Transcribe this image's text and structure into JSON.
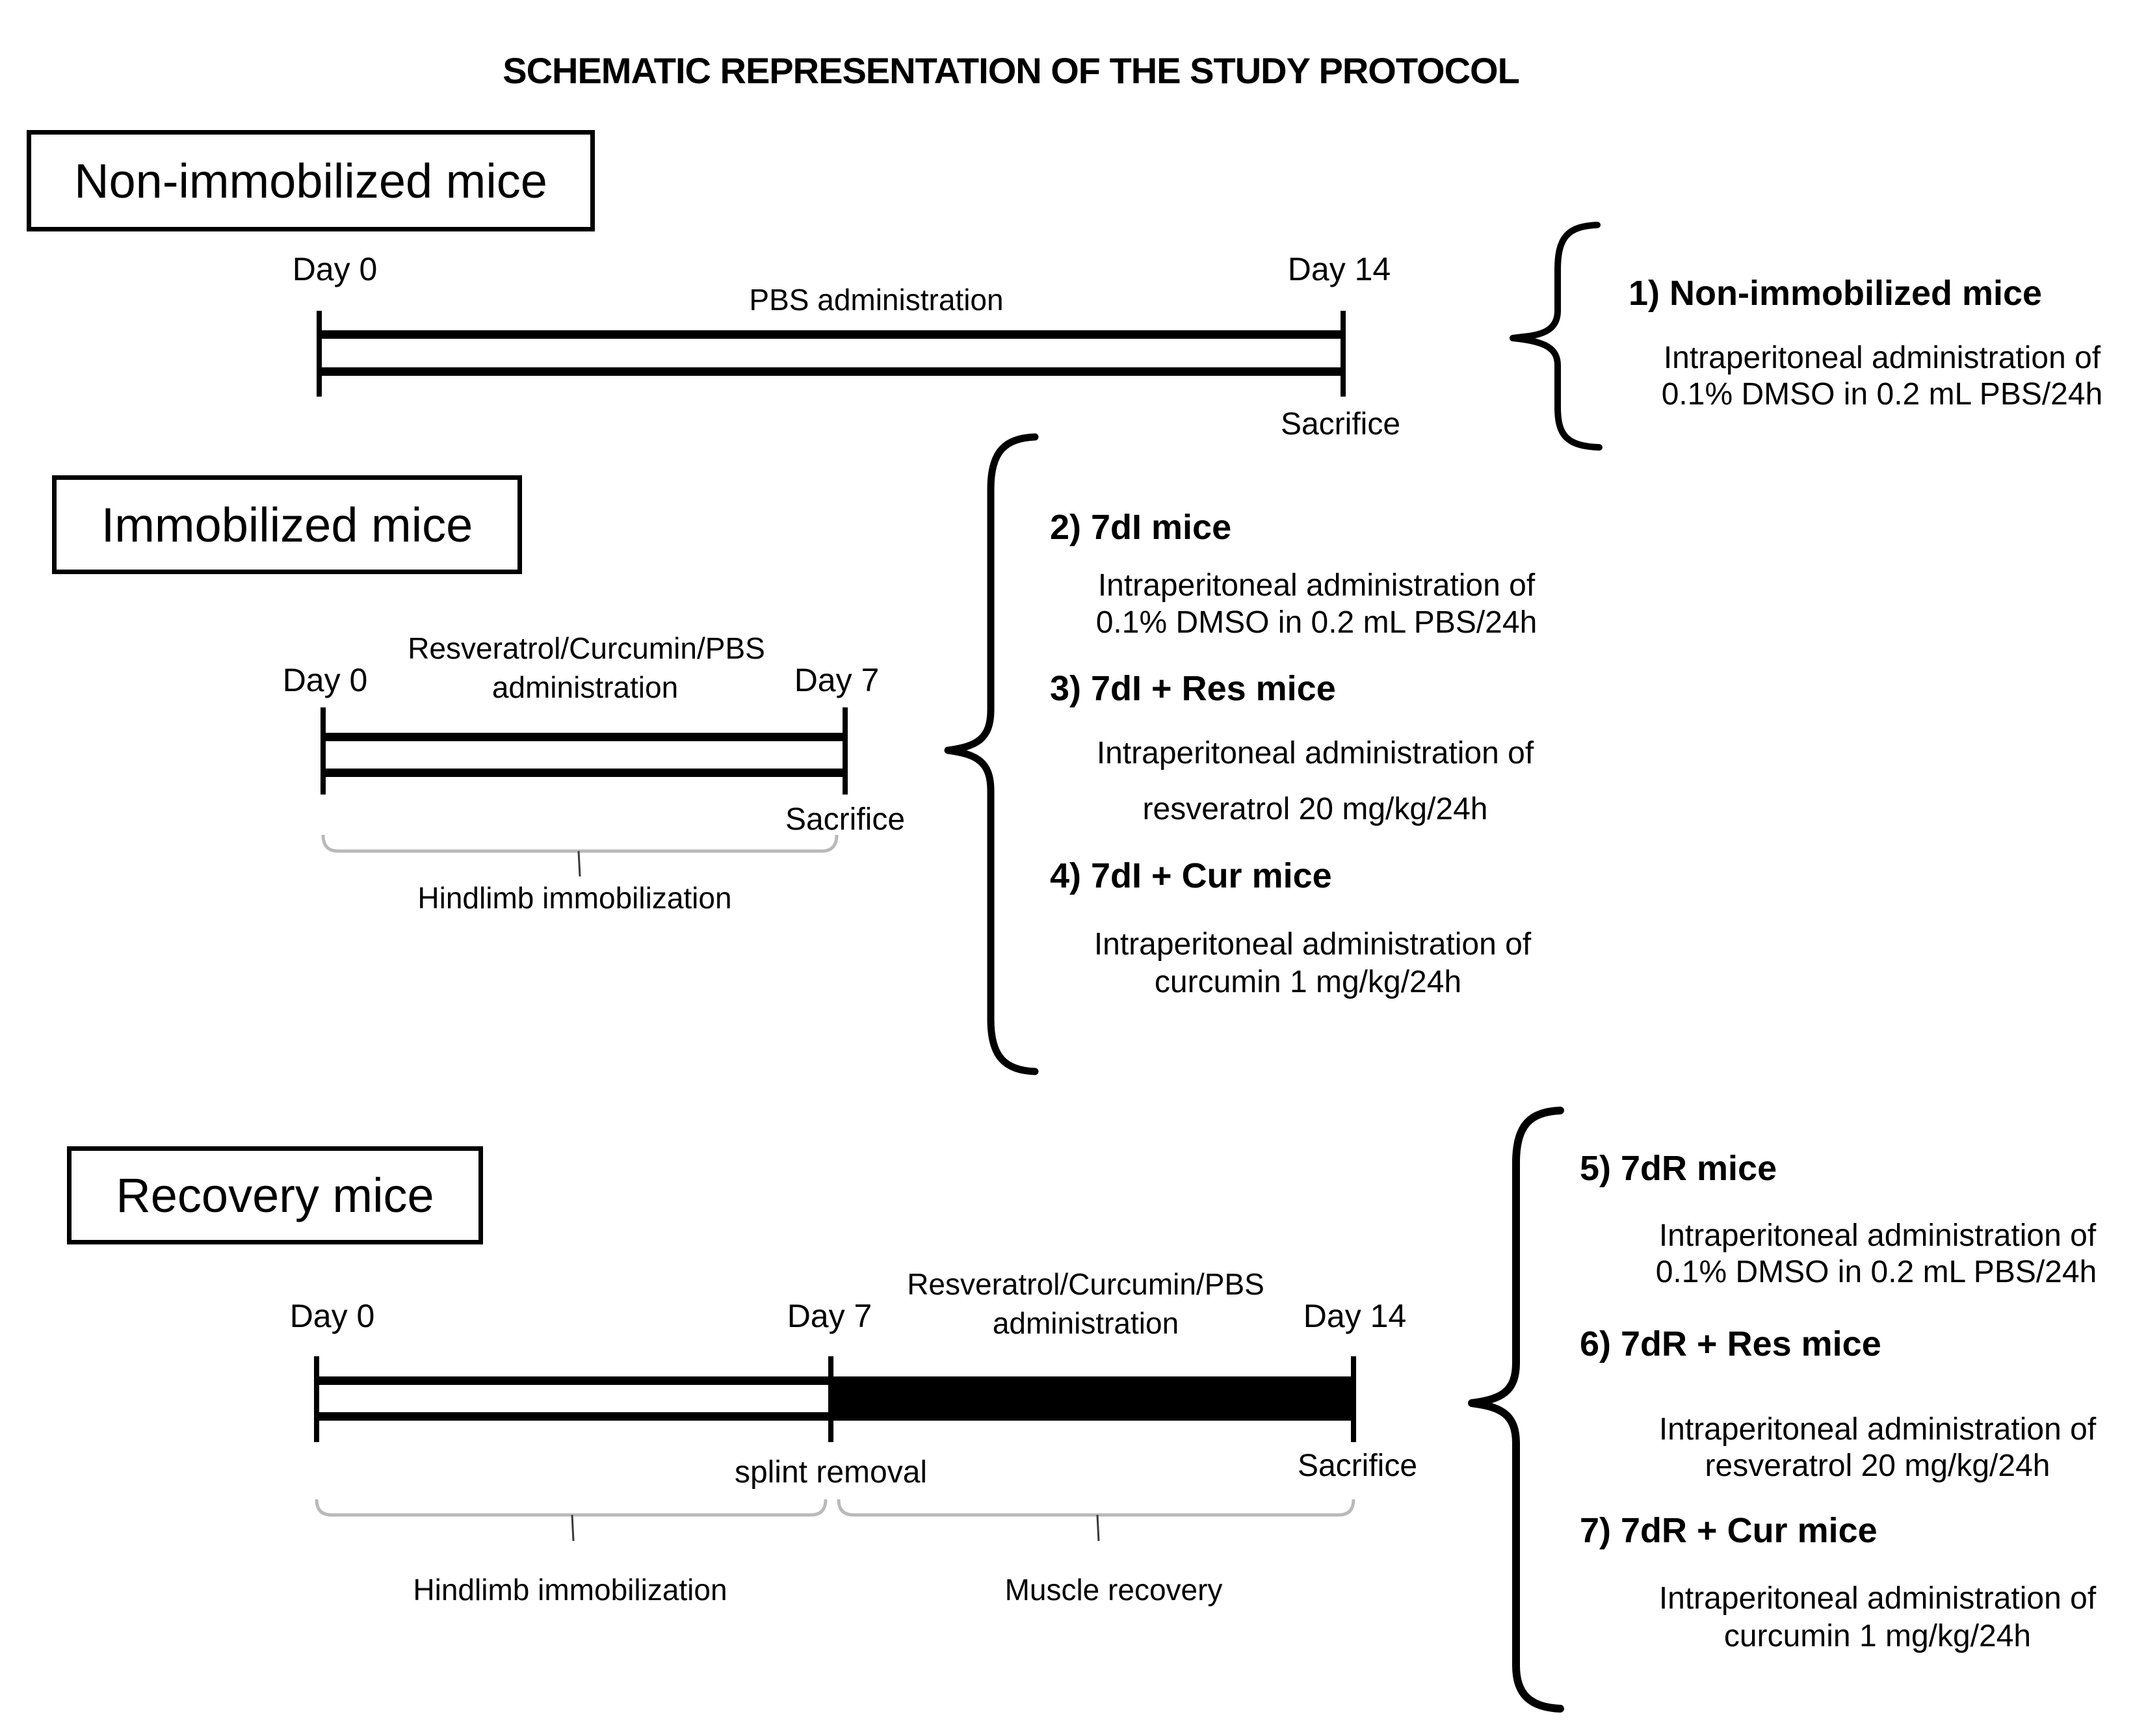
{
  "title": "SCHEMATIC REPRESENTATION OF THE STUDY PROTOCOL",
  "sections": {
    "non_immobilized": {
      "label": "Non-immobilized mice",
      "timeline": {
        "day_start": "Day 0",
        "day_end": "Day 14",
        "admin_label": "PBS administration",
        "sacrifice_label": "Sacrifice"
      }
    },
    "immobilized": {
      "label": "Immobilized mice",
      "timeline": {
        "day_start": "Day 0",
        "day_end": "Day 7",
        "admin_label_line1": "Resveratrol/Curcumin/PBS",
        "admin_label_line2": "administration",
        "sacrifice_label": "Sacrifice",
        "bracket_label": "Hindlimb immobilization"
      }
    },
    "recovery": {
      "label": "Recovery mice",
      "timeline": {
        "day_start": "Day 0",
        "day_mid": "Day 7",
        "day_end": "Day 14",
        "admin_label_line1": "Resveratrol/Curcumin/PBS",
        "admin_label_line2": "administration",
        "splint_label": "splint removal",
        "sacrifice_label": "Sacrifice",
        "bracket_label_left": "Hindlimb immobilization",
        "bracket_label_right": "Muscle recovery"
      }
    }
  },
  "groups": [
    {
      "heading": "1) Non-immobilized mice",
      "line1": "Intraperitoneal administration of",
      "line2": "0.1% DMSO in 0.2 mL PBS/24h"
    },
    {
      "heading": "2) 7dI mice",
      "line1": "Intraperitoneal administration of",
      "line2": "0.1% DMSO in 0.2 mL PBS/24h"
    },
    {
      "heading": "3) 7dI + Res mice",
      "line1": "Intraperitoneal administration of",
      "line2": "resveratrol 20 mg/kg/24h"
    },
    {
      "heading": "4) 7dI + Cur mice",
      "line1": "Intraperitoneal administration of",
      "line2": "curcumin 1 mg/kg/24h"
    },
    {
      "heading": "5) 7dR mice",
      "line1": "Intraperitoneal administration of",
      "line2": "0.1% DMSO in 0.2 mL PBS/24h"
    },
    {
      "heading": "6) 7dR + Res mice",
      "line1": "Intraperitoneal administration of",
      "line2": "resveratrol 20 mg/kg/24h"
    },
    {
      "heading": "7) 7dR + Cur mice",
      "line1": "Intraperitoneal administration of",
      "line2": "curcumin 1 mg/kg/24h"
    }
  ],
  "colors": {
    "ink": "#000000",
    "bar_fill_empty": "#ffffff",
    "bar_fill_recovery": "#000000",
    "bracket_gray": "#c9c9c9"
  }
}
